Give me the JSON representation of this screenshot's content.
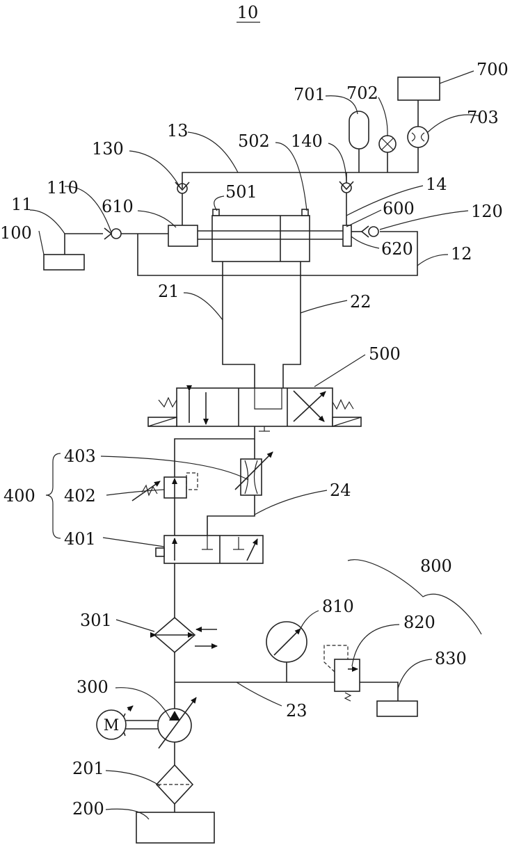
{
  "figure": {
    "number": "10",
    "labels": {
      "l11": "11",
      "l12": "12",
      "l13": "13",
      "l14": "14",
      "l21": "21",
      "l22": "22",
      "l23": "23",
      "l24": "24",
      "l100": "100",
      "l110": "110",
      "l120": "120",
      "l130": "130",
      "l140": "140",
      "l200": "200",
      "l201": "201",
      "l300": "300",
      "l301": "301",
      "l400": "400",
      "l401": "401",
      "l402": "402",
      "l403": "403",
      "l500": "500",
      "l501": "501",
      "l502": "502",
      "l600": "600",
      "l610": "610",
      "l620": "620",
      "l700": "700",
      "l701": "701",
      "l702": "702",
      "l703": "703",
      "l800": "800",
      "l810": "810",
      "l820": "820",
      "l830": "830",
      "motor": "M"
    }
  }
}
